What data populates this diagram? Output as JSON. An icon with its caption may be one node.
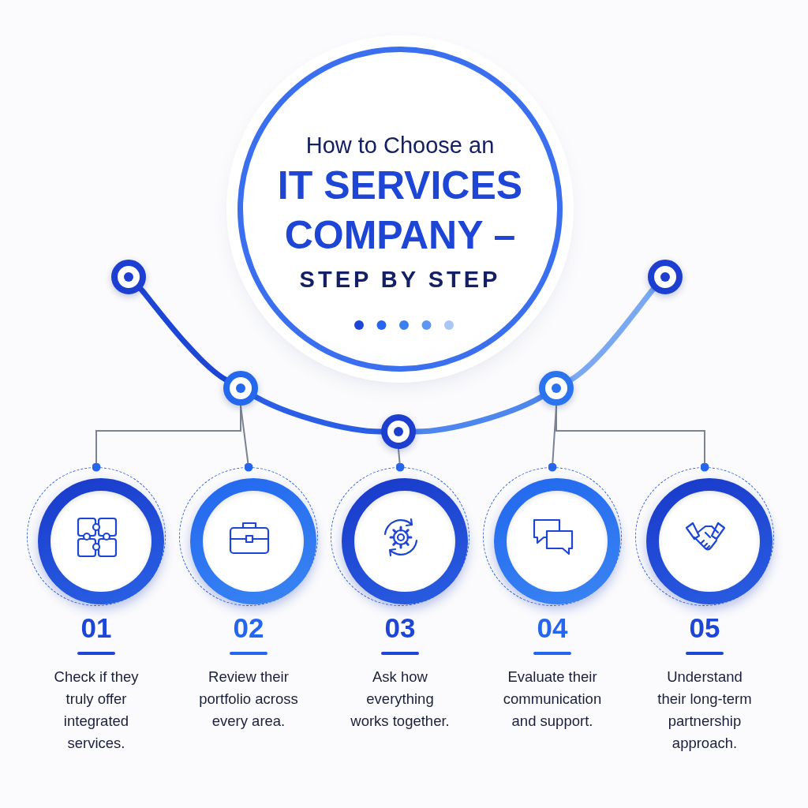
{
  "diagram": {
    "nodes": [
      {
        "text": [
          "How to Choose an",
          "IT SERVICES COMPANY –",
          "STEP BY STEP"
        ]
      },
      {
        "text": [],
        "shape": "circle"
      },
      {
        "text": [],
        "shape": "circle"
      },
      {
        "text": [],
        "shape": "circle"
      },
      {
        "text": [],
        "shape": "circle"
      },
      {
        "text": [],
        "shape": "circle"
      },
      {
        "text": [],
        "shape": "circle",
        "beside": [
          "01",
          "Check if they truly offer integrated services."
        ]
      },
      {
        "text": [],
        "shape": "circle",
        "beside": [
          "02",
          "Review their portfolio across every area."
        ]
      },
      {
        "text": [],
        "shape": "circle",
        "beside": [
          "03",
          "Ask how everything works together."
        ]
      },
      {
        "text": [],
        "shape": "circle",
        "beside": [
          "04",
          "Evaluate their communication and support."
        ]
      },
      {
        "text": [],
        "shape": "circle",
        "beside": [
          "05",
          "Understand their long-term partnership approach."
        ]
      }
    ],
    "edges": [
      {
        "from": 1,
        "to": 2,
        "arrow": "none",
        "style": "thick",
        "color": "#1d45d6"
      },
      {
        "from": 2,
        "to": 3,
        "arrow": "none",
        "style": "thick",
        "color": "#2a5ee6"
      },
      {
        "from": 3,
        "to": 4,
        "arrow": "none",
        "style": "thick",
        "color": "#4d86ec"
      },
      {
        "from": 4,
        "to": 5,
        "arrow": "none",
        "style": "thick",
        "color": "#7aa9f2"
      },
      {
        "from": 2,
        "to": 6,
        "arrow": "other"
      },
      {
        "from": 2,
        "to": 7,
        "arrow": "other"
      },
      {
        "from": 3,
        "to": 8,
        "arrow": "other"
      },
      {
        "from": 4,
        "to": 9,
        "arrow": "other"
      },
      {
        "from": 4,
        "to": 10,
        "arrow": "other"
      }
    ]
  }
}
